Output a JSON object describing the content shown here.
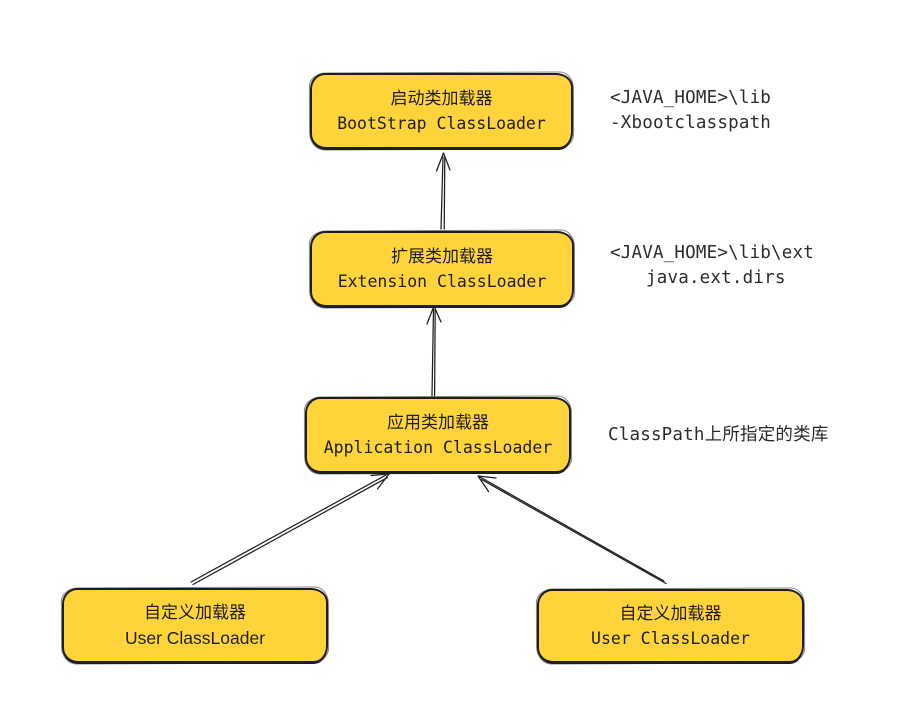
{
  "diagram": {
    "nodes": [
      {
        "id": "bootstrap",
        "line1": "启动类加载器",
        "line2": "BootStrap ClassLoader"
      },
      {
        "id": "extension",
        "line1": "扩展类加载器",
        "line2": "Extension ClassLoader"
      },
      {
        "id": "application",
        "line1": "应用类加载器",
        "line2": "Application ClassLoader"
      },
      {
        "id": "user-left",
        "line1": "自定义加载器",
        "line2": "User ClassLoader"
      },
      {
        "id": "user-right",
        "line1": "自定义加载器",
        "line2": "User ClassLoader"
      }
    ],
    "annotations": [
      {
        "line1": "<JAVA_HOME>\\lib",
        "line2": "-Xbootclasspath"
      },
      {
        "line1": "<JAVA_HOME>\\lib\\ext",
        "line2": "java.ext.dirs"
      },
      {
        "line1": "ClassPath上所指定的类库"
      }
    ],
    "colors": {
      "node_fill": "#FFD43B",
      "node_stroke": "#1E1E1E",
      "arrow": "#1E1E1E",
      "text": "#1E1E1E"
    }
  }
}
